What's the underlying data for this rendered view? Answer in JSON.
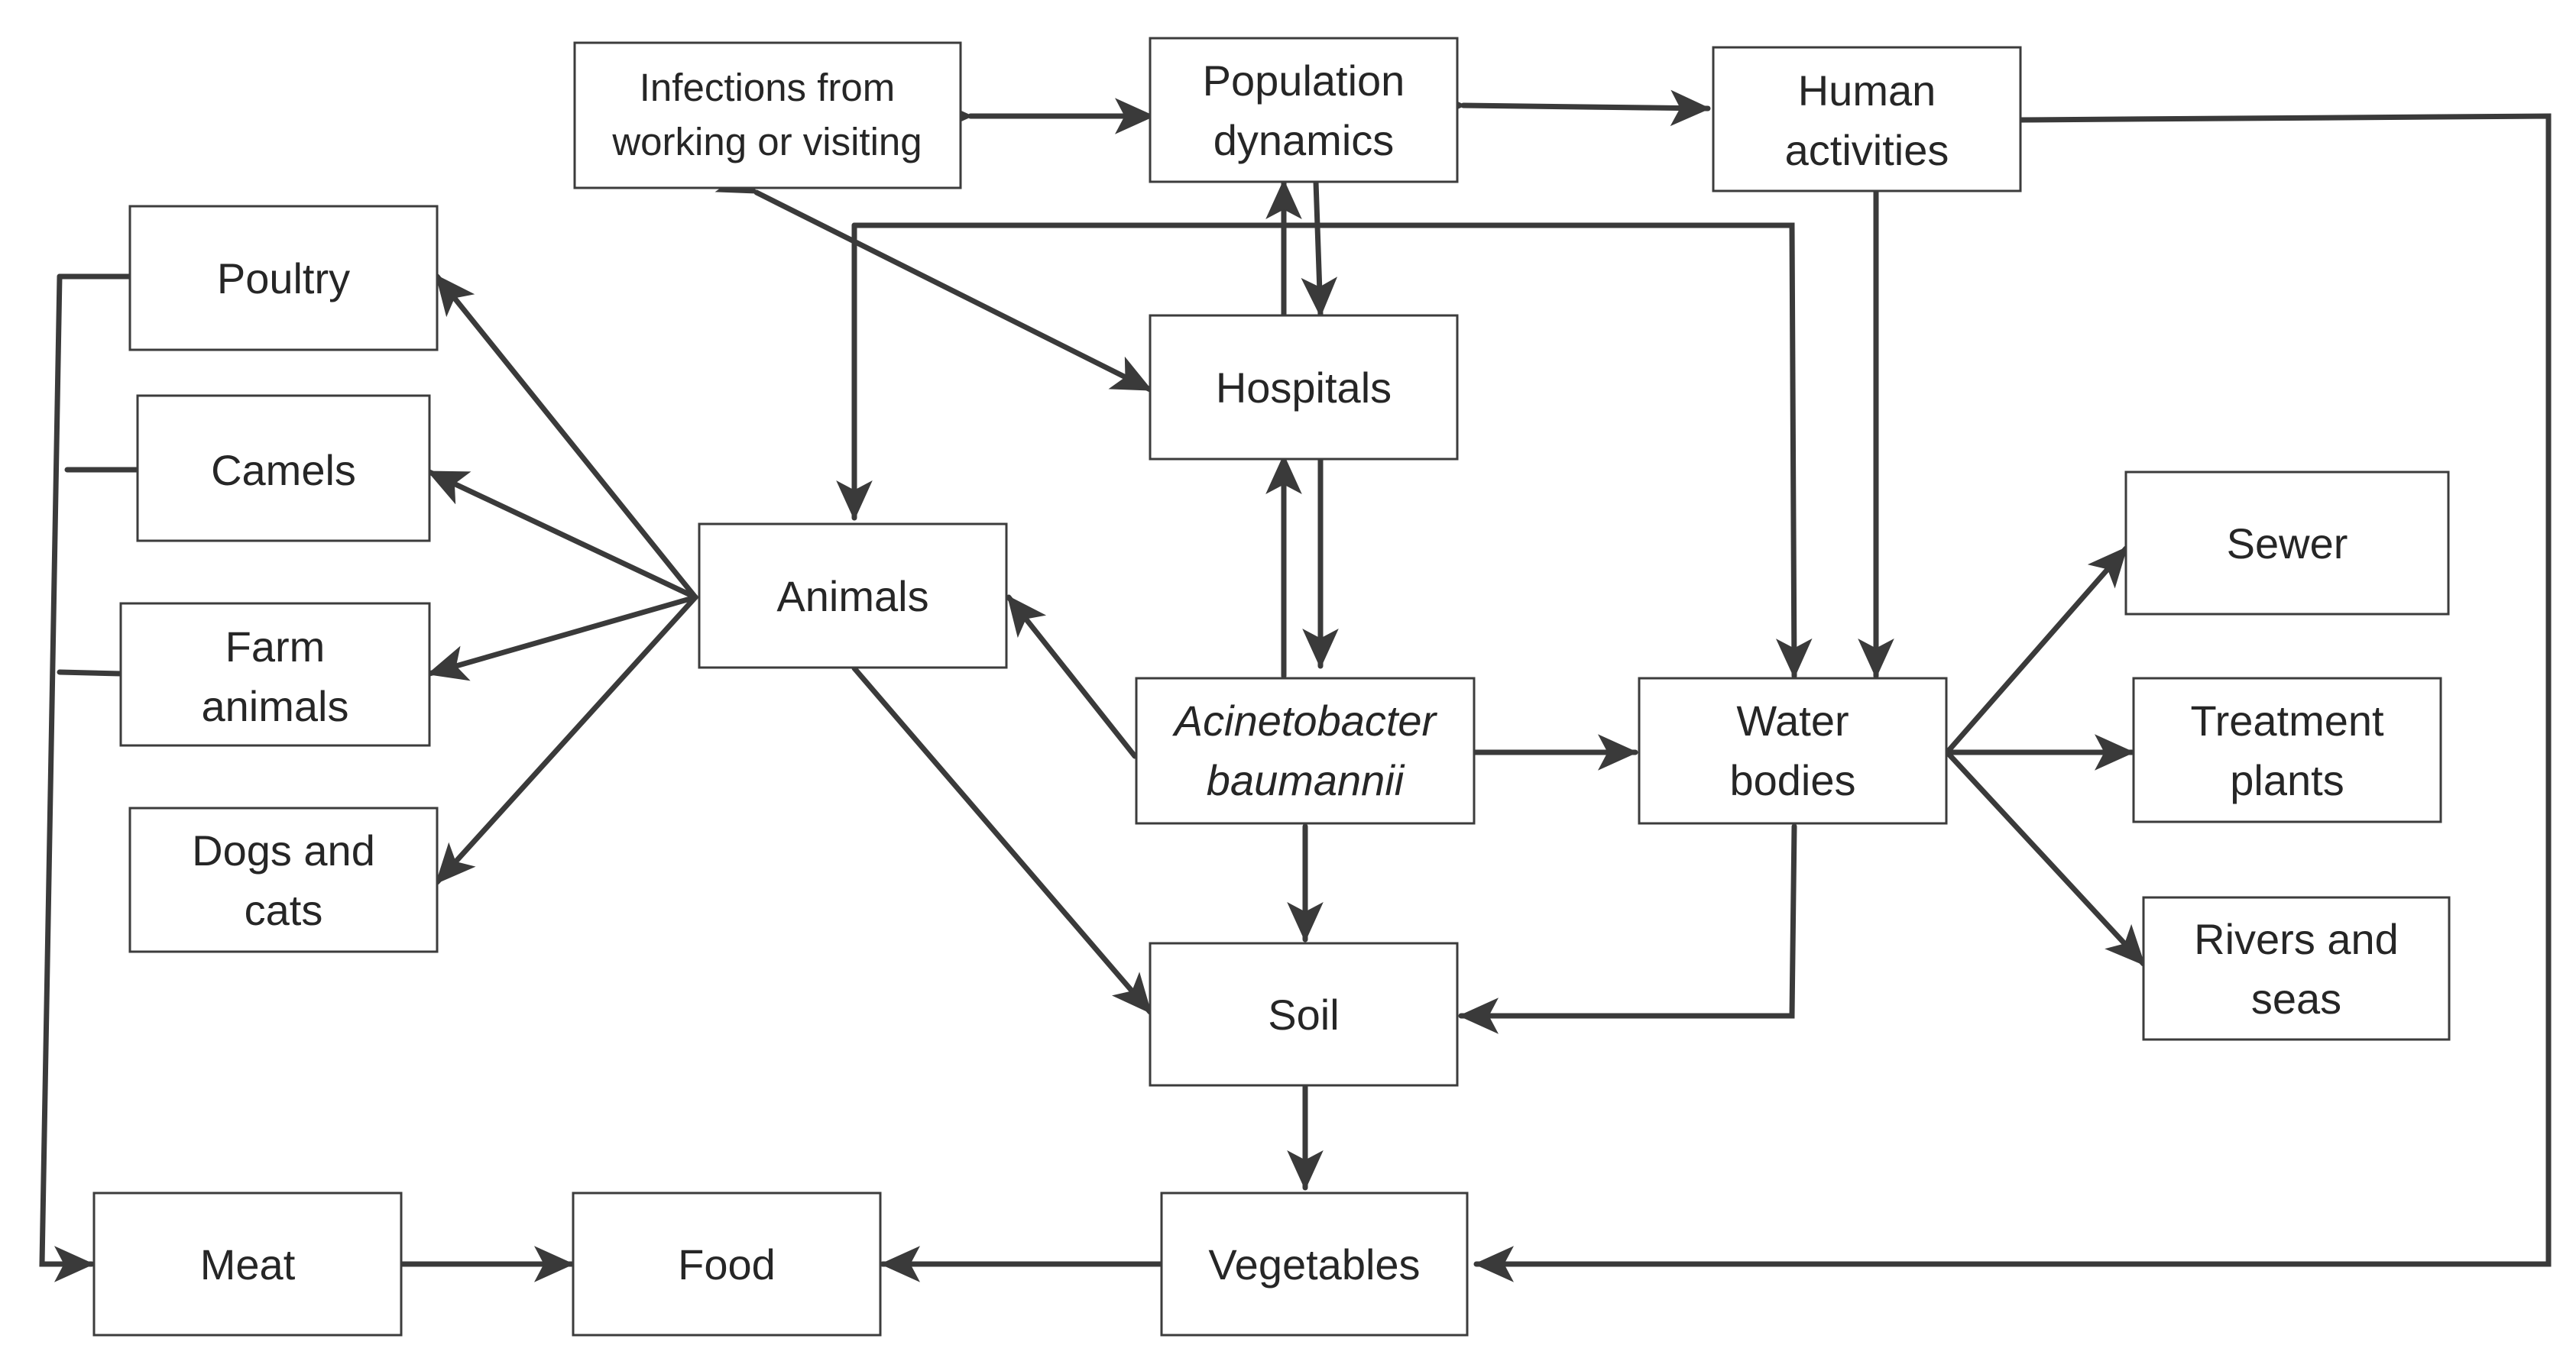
{
  "colors": {
    "line": "#3a3a3a",
    "box_border": "#3c3c3c",
    "text": "#262626",
    "background": "#ffffff"
  },
  "nodes": {
    "infections": {
      "lines": [
        "Infections from",
        "working or visiting"
      ]
    },
    "population": {
      "lines": [
        "Population",
        "dynamics"
      ]
    },
    "human": {
      "lines": [
        "Human",
        "activities"
      ]
    },
    "poultry": {
      "lines": [
        "Poultry"
      ]
    },
    "camels": {
      "lines": [
        "Camels"
      ]
    },
    "farm": {
      "lines": [
        "Farm",
        "animals"
      ]
    },
    "dogs": {
      "lines": [
        "Dogs and",
        "cats"
      ]
    },
    "animals": {
      "lines": [
        "Animals"
      ]
    },
    "hospitals": {
      "lines": [
        "Hospitals"
      ]
    },
    "acineto": {
      "lines": [
        "Acinetobacter",
        "baumannii"
      ]
    },
    "water": {
      "lines": [
        "Water",
        "bodies"
      ]
    },
    "sewer": {
      "lines": [
        "Sewer"
      ]
    },
    "treatment": {
      "lines": [
        "Treatment",
        "plants"
      ]
    },
    "rivers": {
      "lines": [
        "Rivers and",
        "seas"
      ]
    },
    "soil": {
      "lines": [
        "Soil"
      ]
    },
    "meat": {
      "lines": [
        "Meat"
      ]
    },
    "food": {
      "lines": [
        "Food"
      ]
    },
    "vegetables": {
      "lines": [
        "Vegetables"
      ]
    }
  }
}
